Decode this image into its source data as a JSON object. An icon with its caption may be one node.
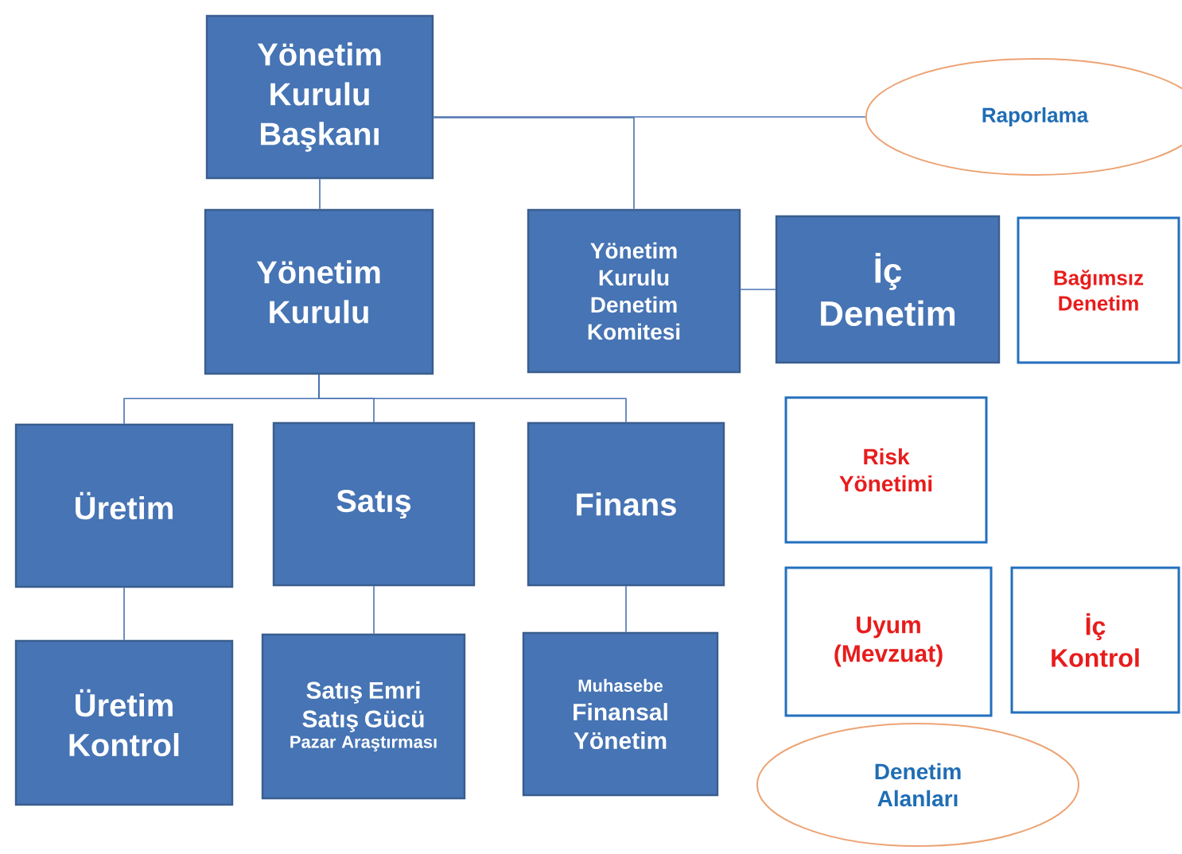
{
  "diagram": {
    "nodes": [
      {
        "text": [
          "Yönetim Kurulu Başkanı"
        ]
      },
      {
        "text": [
          "Raporlama"
        ]
      },
      {
        "text": [
          "Yönetim Kurulu"
        ]
      },
      {
        "text": [
          "Yönetim Kurulu Denetim Komitesi"
        ]
      },
      {
        "text": [
          "İç Denetim"
        ]
      },
      {
        "text": [
          "Bağımsız Denetim"
        ]
      },
      {
        "text": [
          "Üretim"
        ]
      },
      {
        "text": [
          "Satış"
        ]
      },
      {
        "text": [
          "Finans"
        ]
      },
      {
        "text": [
          "Risk Yönetimi"
        ]
      },
      {
        "text": [
          "Üretim Kontrol"
        ]
      },
      {
        "text": [
          "Satış Emri Satış Gücü",
          "Pazar Araştırması"
        ]
      },
      {
        "text": [
          "Muhasebe",
          "Finansal Yönetim"
        ]
      },
      {
        "text": [
          "Uyum (Mevzuat)"
        ]
      },
      {
        "text": [
          "İç Kontrol"
        ]
      },
      {
        "text": [
          "Denetim Alanları"
        ]
      }
    ],
    "edges": [
      {
        "from": 0,
        "to": 2,
        "arrow": "none"
      },
      {
        "from": 0,
        "to": 1,
        "arrow": "none"
      },
      {
        "from": 0,
        "to": 3,
        "arrow": "none"
      },
      {
        "from": 3,
        "to": 4,
        "arrow": "none"
      },
      {
        "from": 2,
        "to": 6,
        "arrow": "none"
      },
      {
        "from": 2,
        "to": 7,
        "arrow": "none"
      },
      {
        "from": 2,
        "to": 8,
        "arrow": "none"
      },
      {
        "from": 6,
        "to": 10,
        "arrow": "none"
      },
      {
        "from": 7,
        "to": 11,
        "arrow": "none"
      },
      {
        "from": 8,
        "to": 12,
        "arrow": "none"
      }
    ]
  }
}
